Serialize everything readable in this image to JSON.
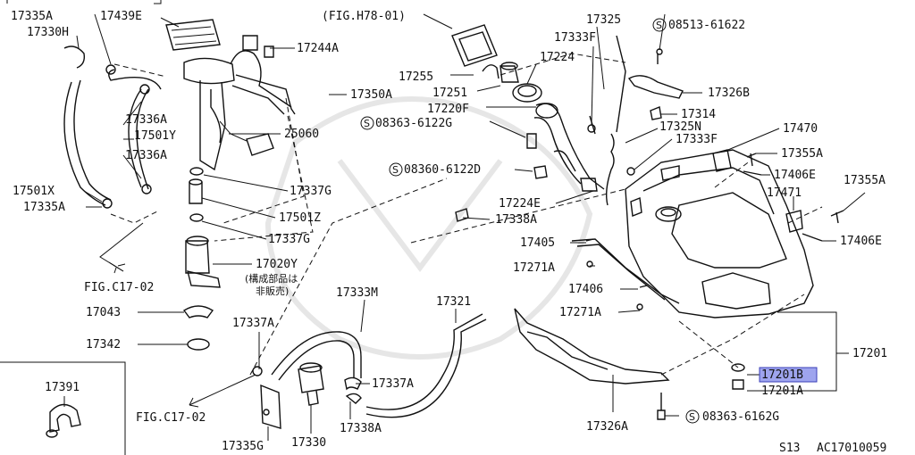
{
  "labels": {
    "p17335A_top": "17335A",
    "p17330H": "17330H",
    "p17439E": "17439E",
    "p17244A": "17244A",
    "p17350A": "17350A",
    "p17336A_a": "17336A",
    "p17501Y": "17501Y",
    "p17336A_b": "17336A",
    "p25060": "25060",
    "p17501X": "17501X",
    "p17335A_bot": "17335A",
    "p17337G_a": "17337G",
    "p17501Z": "17501Z",
    "p17337G_b": "17337G",
    "figC17_a": "FIG.C17-02",
    "p17020Y": "17020Y",
    "note1": "(構成部品は",
    "note2": "非販売)",
    "p17043": "17043",
    "p17342": "17342",
    "p17391": "17391",
    "p17337A_a": "17337A",
    "figC17_b": "FIG.C17-02",
    "p17335G": "17335G",
    "p17330": "17330",
    "p17333M": "17333M",
    "p17337A_b": "17337A",
    "p17338A_b": "17338A",
    "p17321": "17321",
    "figH78": "(FIG.H78-01)",
    "p17255": "17255",
    "p17251": "17251",
    "p17224": "17224",
    "p17220F": "17220F",
    "s08363_a": "08363-6122G",
    "s08360": "08360-6122D",
    "p17224E": "17224E",
    "p17338A_a": "17338A",
    "p17405": "17405",
    "p17271A_a": "17271A",
    "p17406": "17406",
    "p17271A_b": "17271A",
    "p17325": "17325",
    "p17333F_a": "17333F",
    "p17325N": "17325N",
    "p17333F_b": "17333F",
    "s08513": "08513-61622",
    "p17326B": "17326B",
    "p17314": "17314",
    "p17470": "17470",
    "p17355A_a": "17355A",
    "p17406E_a": "17406E",
    "p17471": "17471",
    "p17355A_b": "17355A",
    "p17406E_b": "17406E",
    "p17201": "17201",
    "p17201B": "17201B",
    "p17201A": "17201A",
    "p17326A": "17326A",
    "s08363_b": "08363-6162G",
    "footer_section": "S13",
    "footer_code": "AC17010059"
  },
  "highlight": {
    "part": "17201B",
    "color": "#9ea4ee"
  }
}
